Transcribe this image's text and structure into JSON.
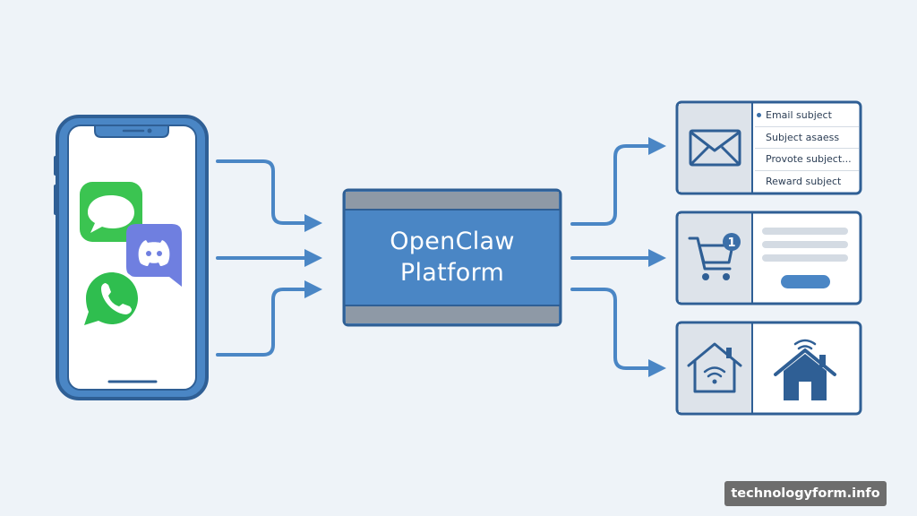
{
  "platform": {
    "line1": "OpenClaw",
    "line2": "Platform"
  },
  "email_card": {
    "items": [
      "Email subject",
      "Subject asaess",
      "Provote subject...",
      "Reward subject"
    ],
    "active_index": 0
  },
  "cart_card": {
    "badge_count": "1"
  },
  "watermark": "technologyform.info",
  "colors": {
    "background": "#eef3f8",
    "outline": "#2f5f95",
    "accent": "#4a86c5",
    "platform_fill": "#4a86c5",
    "platform_bar": "#8e99a6",
    "card_left": "#dde3ea",
    "whatsapp": "#2fbe4f",
    "messages": "#3bc451",
    "discord": "#6f7fe0"
  },
  "icons": [
    "phone-icon",
    "messages-icon",
    "discord-icon",
    "whatsapp-icon",
    "envelope-icon",
    "cart-icon",
    "smart-home-icon",
    "house-icon"
  ]
}
